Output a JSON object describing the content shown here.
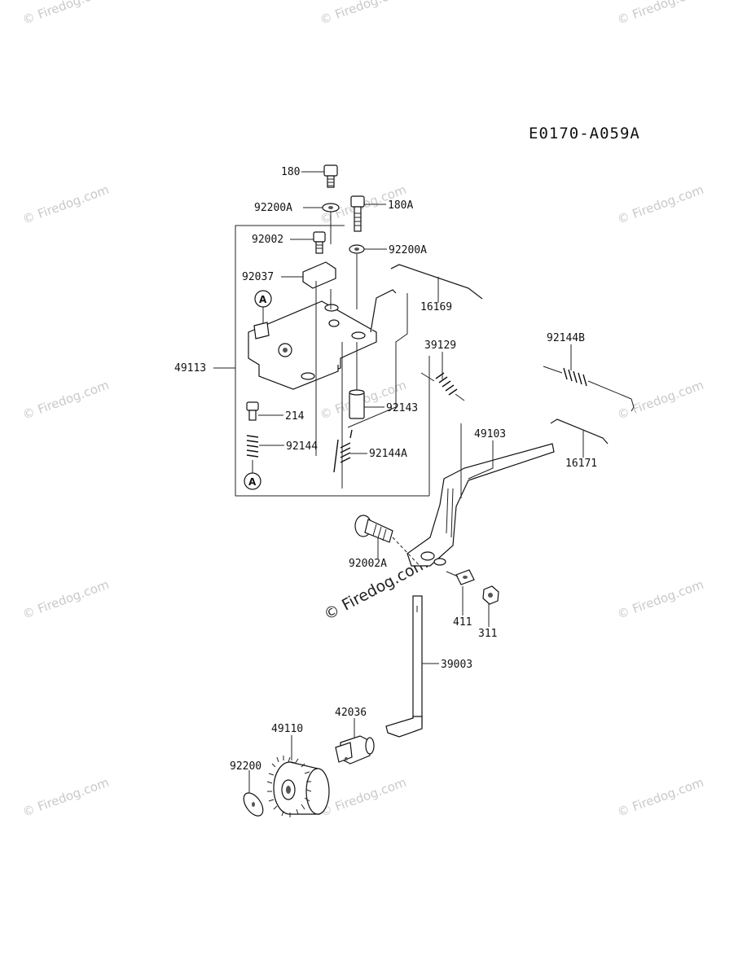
{
  "diagram": {
    "code": "E0170-A059A",
    "watermark_text": "© Firedog.com",
    "labels": {
      "p180": "180",
      "p92200A_1": "92200A",
      "p180A": "180A",
      "p92002": "92002",
      "p92200A_2": "92200A",
      "p92037": "92037",
      "p16169": "16169",
      "pA_top": "A",
      "p49113": "49113",
      "p39129": "39129",
      "p92144B": "92144B",
      "p92143": "92143",
      "p214": "214",
      "p49103": "49103",
      "p16171": "16171",
      "p92144": "92144",
      "p92144A": "92144A",
      "pA_bottom": "A",
      "p92002A": "92002A",
      "p411": "411",
      "p311": "311",
      "p39003": "39003",
      "p42036": "42036",
      "p49110": "49110",
      "p92200": "92200"
    }
  }
}
